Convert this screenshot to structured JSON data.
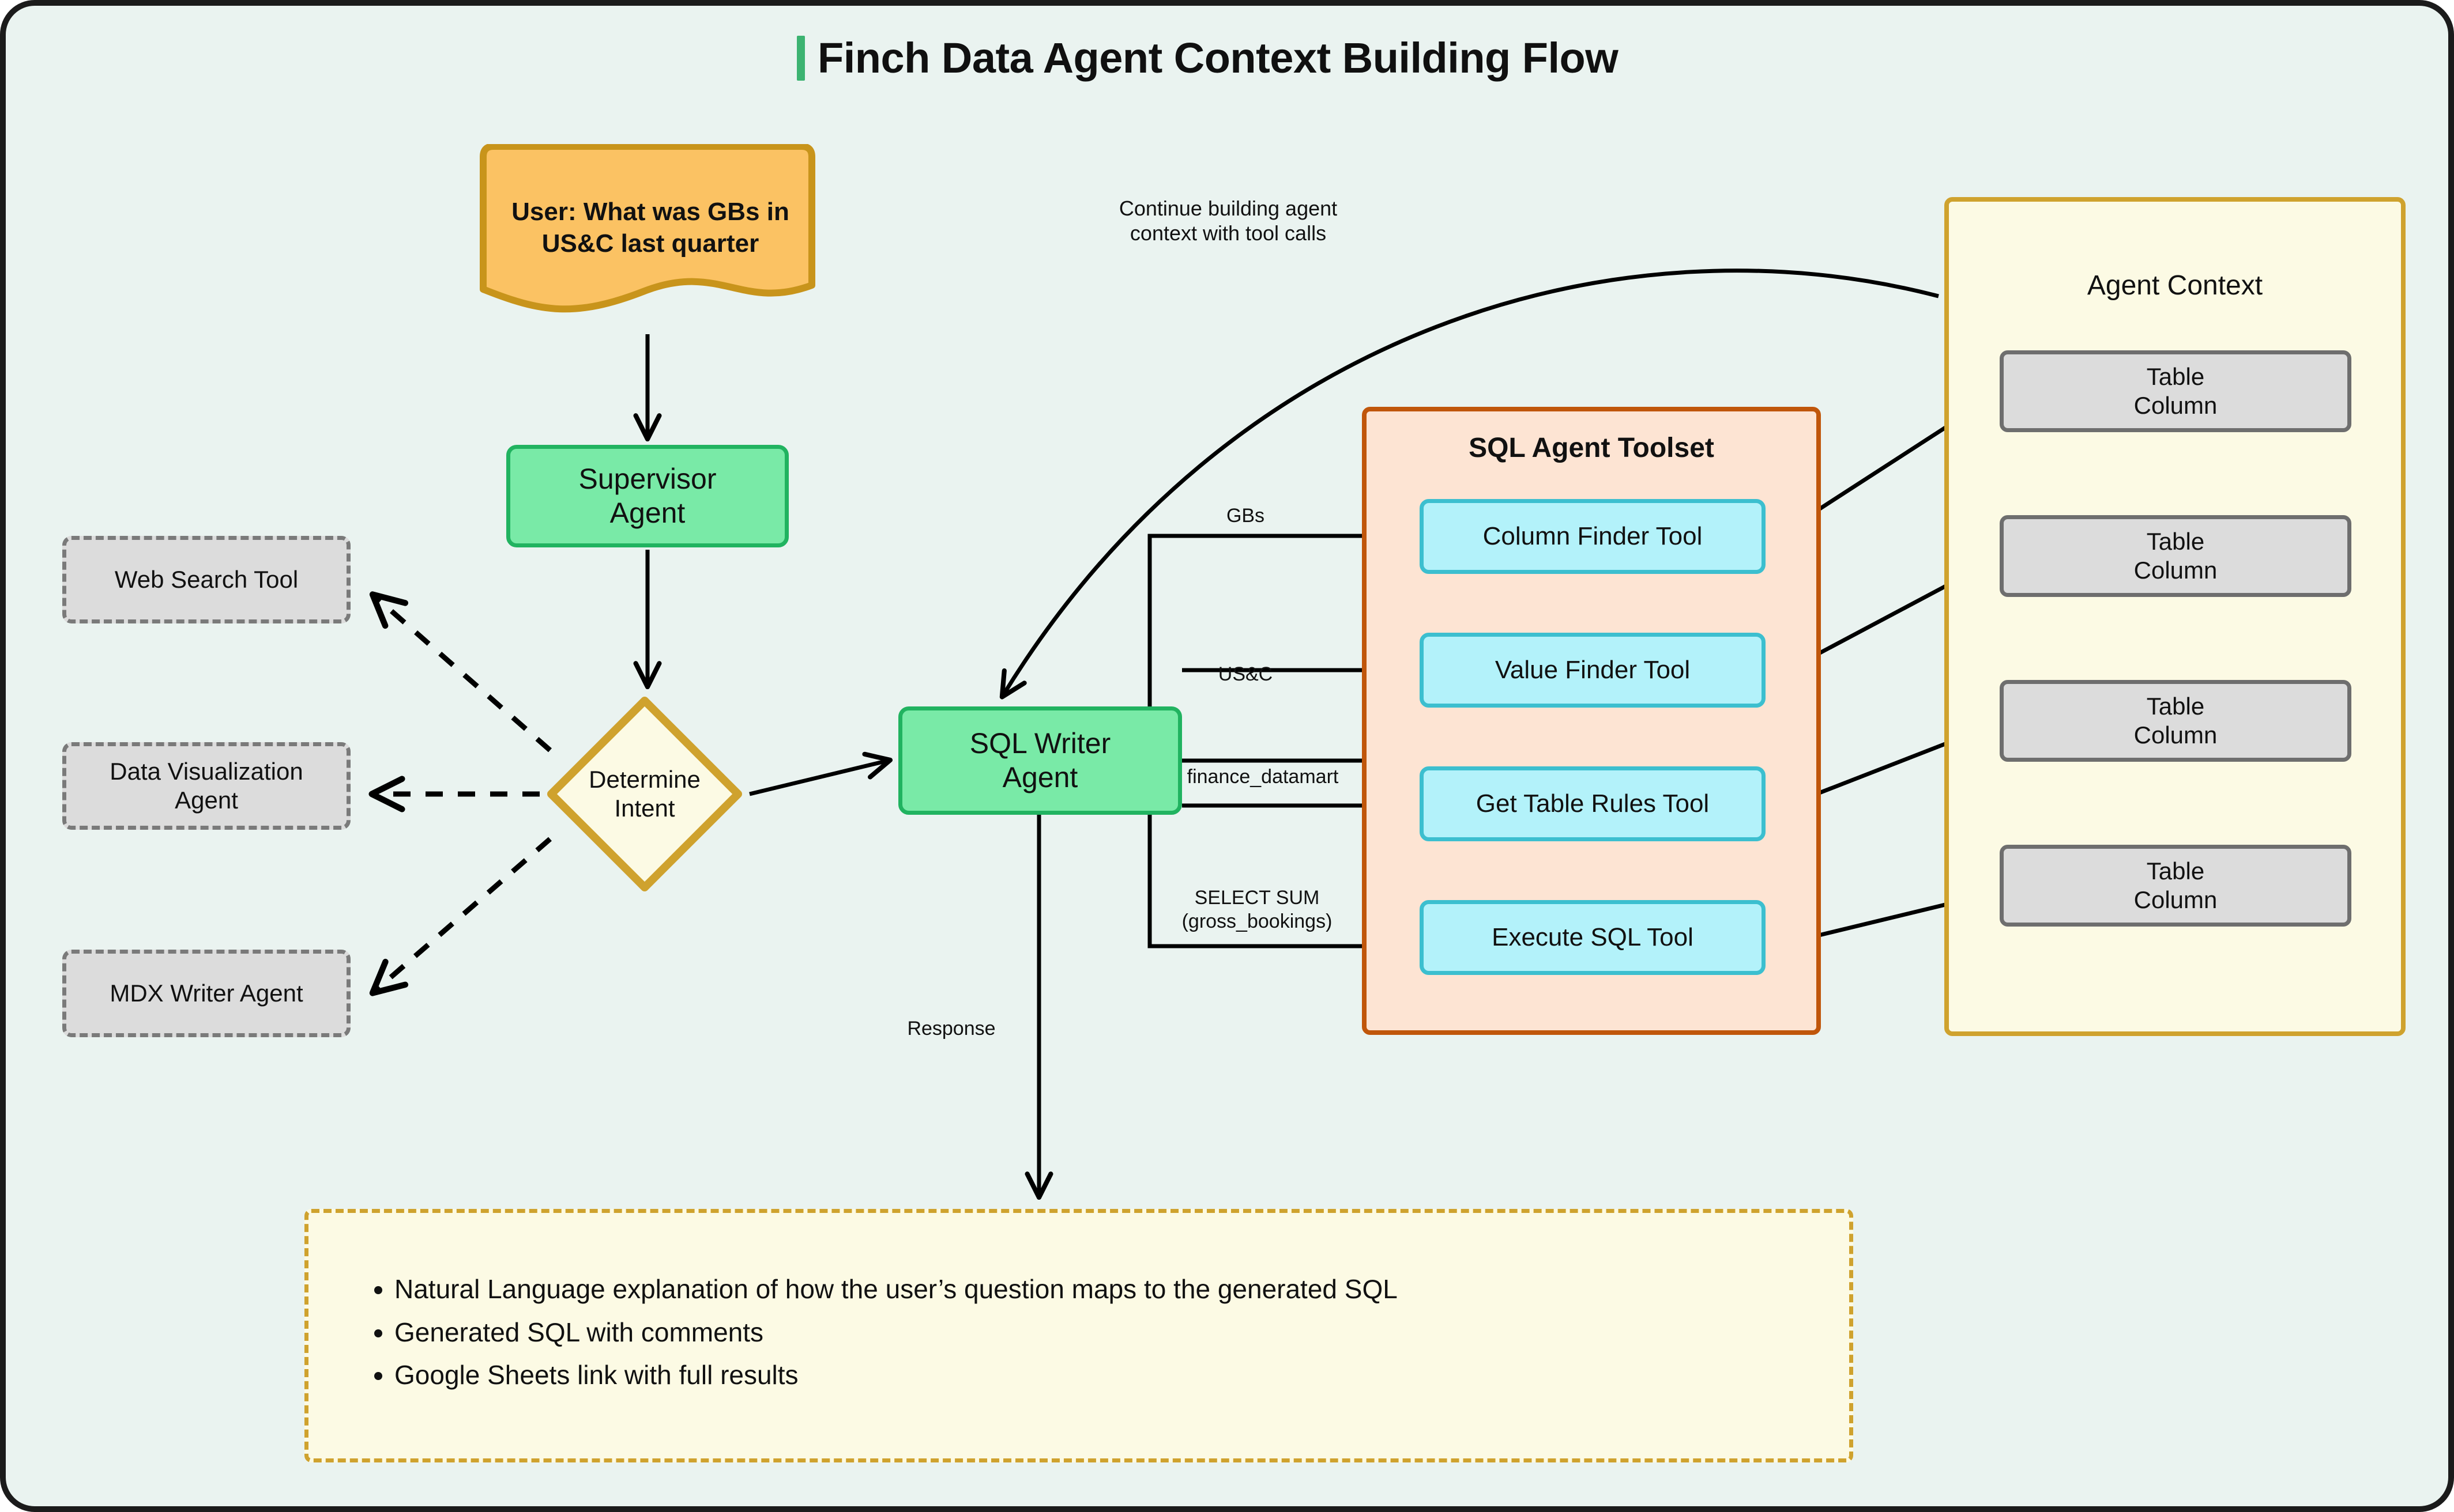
{
  "header": {
    "title": "Finch Data Agent Context Building Flow",
    "accent_color": "#3cb371"
  },
  "nodes": {
    "user_input": {
      "label": "User: What was GBs in\nUS&C last quarter",
      "shape": "document",
      "fill": "#fbc263",
      "stroke": "#c8941b"
    },
    "supervisor_agent": {
      "label": "Supervisor\nAgent",
      "shape": "rounded-rect",
      "fill": "#79eaa7",
      "stroke": "#21b360"
    },
    "determine_intent": {
      "label": "Determine\nIntent",
      "shape": "diamond",
      "fill": "#fcfae4",
      "stroke": "#cfa22e"
    },
    "sql_writer_agent": {
      "label": "SQL Writer\nAgent",
      "shape": "rounded-rect",
      "fill": "#79eaa7",
      "stroke": "#21b360"
    }
  },
  "alt_branches": [
    {
      "label": "Web Search Tool",
      "fill": "#dcdcdc",
      "stroke": "#7a7a7a"
    },
    {
      "label": "Data Visualization\nAgent",
      "fill": "#dcdcdc",
      "stroke": "#7a7a7a"
    },
    {
      "label": "MDX Writer Agent",
      "fill": "#dcdcdc",
      "stroke": "#7a7a7a"
    }
  ],
  "sql_toolset": {
    "title": "SQL Agent Toolset",
    "fill": "#fde4d3",
    "stroke": "#c0560b",
    "tools": [
      {
        "label": "Column Finder Tool"
      },
      {
        "label": "Value Finder Tool"
      },
      {
        "label": "Get Table Rules Tool"
      },
      {
        "label": "Execute SQL Tool"
      }
    ]
  },
  "agent_context": {
    "title": "Agent Context",
    "fill": "#fcfae4",
    "stroke": "#cfa22e",
    "items": [
      {
        "label": "Table\nColumn"
      },
      {
        "label": "Table\nColumn"
      },
      {
        "label": "Table\nColumn"
      },
      {
        "label": "Table\nColumn"
      }
    ]
  },
  "edge_labels": {
    "continue_context": "Continue building agent\ncontext with tool calls",
    "gbs": "GBs",
    "usc": "US&C",
    "finance_datamart": "finance_datamart",
    "select_sum": "SELECT SUM\n(gross_bookings)",
    "response": "Response"
  },
  "output_panel": {
    "fill": "#fcfae4",
    "stroke": "#cfa22e",
    "bullets": [
      "Natural Language explanation of how the user’s question maps to the generated SQL",
      "Generated SQL with comments",
      "Google Sheets link with full results"
    ]
  }
}
